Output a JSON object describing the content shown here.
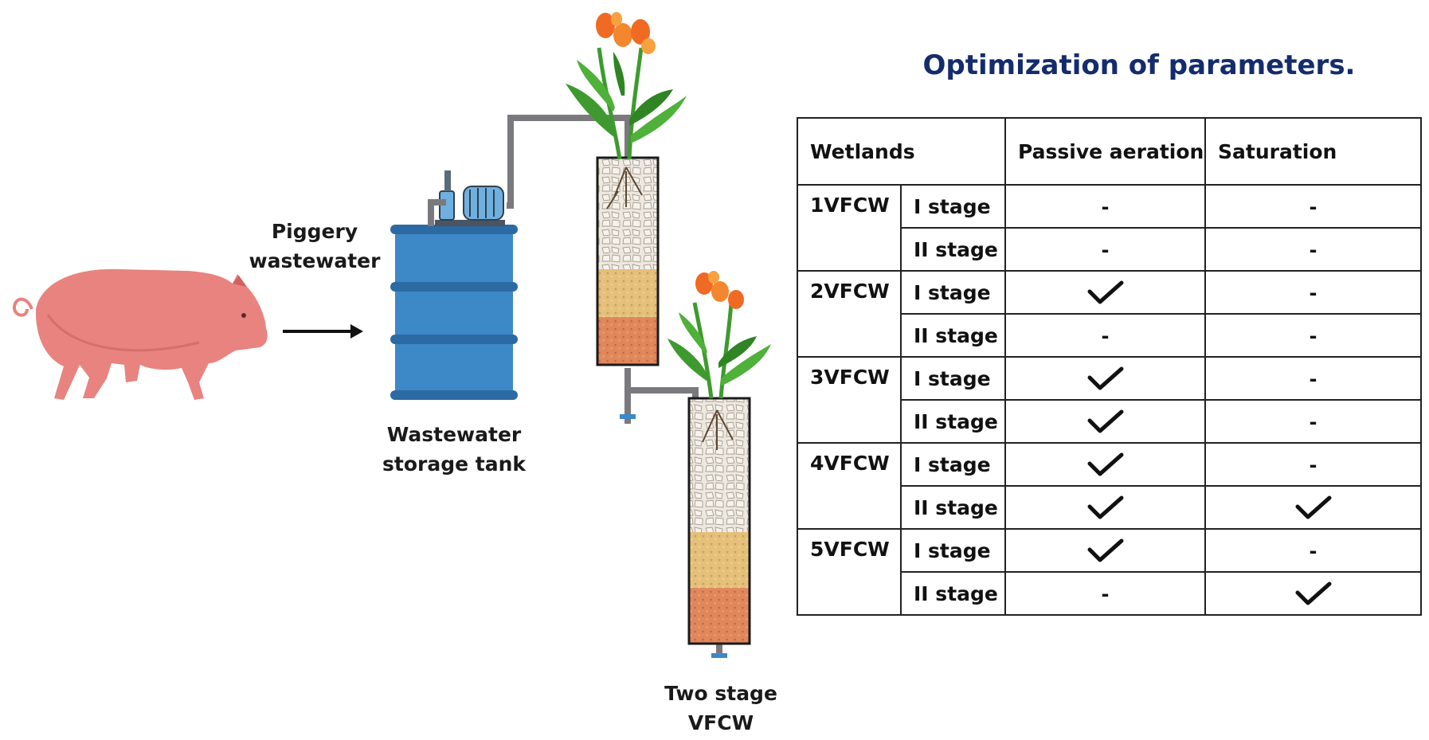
{
  "labels": {
    "source": "Piggery\nwastewater",
    "tank": "Wastewater\nstorage tank",
    "system": "Two stage\nVFCW"
  },
  "icons": [
    "pig-icon",
    "arrow-right-icon",
    "storage-drum-icon",
    "pump-motor-icon",
    "pipe-icon",
    "plant-icon",
    "filter-column-icon",
    "valve-icon",
    "checkmark-icon"
  ],
  "colors": {
    "pig": "#e8837f",
    "tank": "#3d88c6",
    "title": "#142c6e",
    "pipe": "#7a7a7e",
    "gravel": "#ece6dc",
    "sand": "#e4c07a",
    "soil": "#e0875c",
    "flower": "#f06a24",
    "leaf": "#3e9a2e"
  },
  "table": {
    "title": "Optimization of parameters.",
    "headers": [
      "Wetlands",
      "Passive aeration",
      "Saturation"
    ],
    "groups": [
      {
        "name": "1VFCW",
        "rows": [
          {
            "stage": "I stage",
            "aeration": "-",
            "saturation": "-"
          },
          {
            "stage": "II stage",
            "aeration": "-",
            "saturation": "-"
          }
        ]
      },
      {
        "name": "2VFCW",
        "rows": [
          {
            "stage": "I stage",
            "aeration": "check",
            "saturation": "-"
          },
          {
            "stage": "II stage",
            "aeration": "-",
            "saturation": "-"
          }
        ]
      },
      {
        "name": "3VFCW",
        "rows": [
          {
            "stage": "I stage",
            "aeration": "check",
            "saturation": "-"
          },
          {
            "stage": "II stage",
            "aeration": "check",
            "saturation": "-"
          }
        ]
      },
      {
        "name": "4VFCW",
        "rows": [
          {
            "stage": "I stage",
            "aeration": "check",
            "saturation": "-"
          },
          {
            "stage": "II stage",
            "aeration": "check",
            "saturation": "check"
          }
        ]
      },
      {
        "name": "5VFCW",
        "rows": [
          {
            "stage": "I stage",
            "aeration": "check",
            "saturation": "-"
          },
          {
            "stage": "II stage",
            "aeration": "-",
            "saturation": "check"
          }
        ]
      }
    ]
  }
}
